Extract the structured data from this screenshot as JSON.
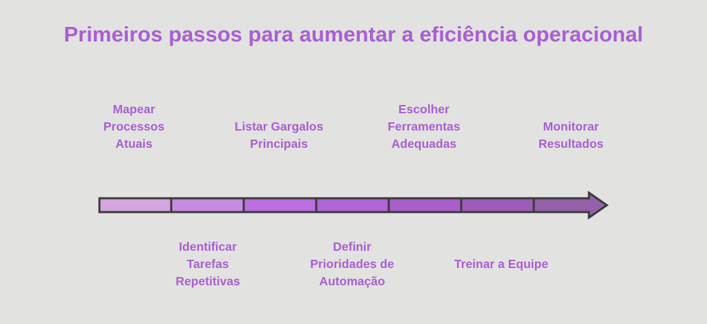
{
  "title": "Primeiros passos para aumentar a eficiência operacional",
  "steps": [
    {
      "label": "Mapear Processos Atuais",
      "color": "#d3a6df"
    },
    {
      "label": "Identificar Tarefas Repetitivas",
      "color": "#c48be0"
    },
    {
      "label": "Listar Gargalos Principais",
      "color": "#bb6fe0"
    },
    {
      "label": "Definir Prioridades de Automação",
      "color": "#b066d6"
    },
    {
      "label": "Escolher Ferramentas Adequadas",
      "color": "#a75fcc"
    },
    {
      "label": "Treinar a Equipe",
      "color": "#9d5cb8"
    },
    {
      "label": "Monitorar Resultados",
      "color": "#9460a8"
    }
  ]
}
